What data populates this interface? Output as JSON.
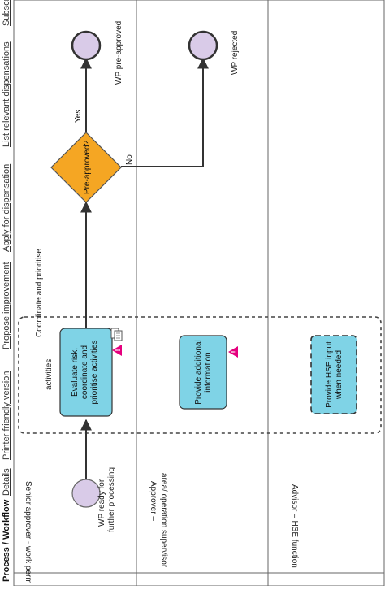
{
  "nav": {
    "title": "Process / Workflow",
    "links": [
      "Details",
      "Printer friendly version",
      "Propose improvement",
      "Apply for dispensation",
      "List relevant dispensations",
      "Subscribe"
    ]
  },
  "lanes": [
    {
      "label": "Senior approver - work perm"
    },
    {
      "label": "Approver – area/ operation supervisor"
    },
    {
      "label": "Advisor – HSE function"
    }
  ],
  "group": {
    "label": "Coordinate and prioritise activities"
  },
  "events": {
    "start": "WP ready for further processing",
    "end_approved": "WP pre-approved",
    "end_rejected": "WP rejected"
  },
  "tasks": {
    "evaluate": "Evaluate risk, coordinate and prioritise activities",
    "provide_info": "Provide additional information",
    "hse_input": "Provide HSE input when needed"
  },
  "gateway": {
    "label": "Pre-approved?",
    "yes": "Yes",
    "no": "No"
  },
  "colors": {
    "event_fill": "#d9cbe8",
    "task_fill": "#7fd3e6",
    "gateway_fill": "#f5a623",
    "warning": "#e5007e",
    "line": "#333333"
  }
}
